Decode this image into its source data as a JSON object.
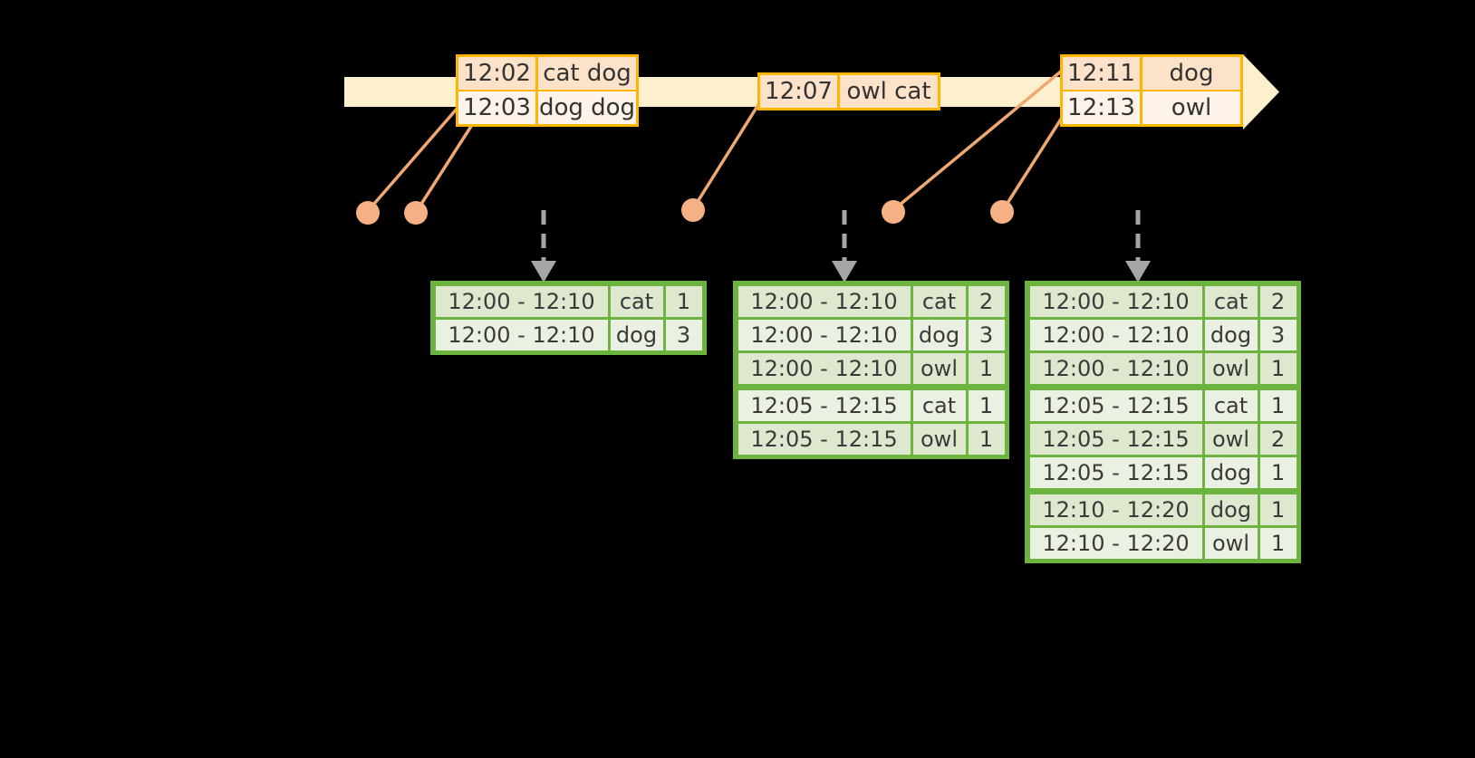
{
  "timeline": {
    "name": "event-stream-timeline",
    "arrow_color": "#fdf0cf",
    "bar_color": "#fdeec4",
    "connector_color": "#f0a873",
    "dot_color": "#f5b183"
  },
  "events": [
    {
      "name": "event-box-1",
      "rows": [
        {
          "time": "12:02",
          "words": "cat dog"
        },
        {
          "time": "12:03",
          "words": "dog dog"
        }
      ]
    },
    {
      "name": "event-box-2",
      "rows": [
        {
          "time": "12:07",
          "words": "owl cat"
        }
      ]
    },
    {
      "name": "event-box-3",
      "rows": [
        {
          "time": "12:11",
          "words": "dog"
        },
        {
          "time": "12:13",
          "words": "owl"
        }
      ]
    }
  ],
  "aggregates": [
    {
      "name": "aggregate-table-1",
      "rows": [
        {
          "window": "12:00 - 12:10",
          "key": "cat",
          "count": "1",
          "group": 0
        },
        {
          "window": "12:00 - 12:10",
          "key": "dog",
          "count": "3",
          "group": 0
        }
      ]
    },
    {
      "name": "aggregate-table-2",
      "rows": [
        {
          "window": "12:00 - 12:10",
          "key": "cat",
          "count": "2",
          "group": 0
        },
        {
          "window": "12:00 - 12:10",
          "key": "dog",
          "count": "3",
          "group": 0
        },
        {
          "window": "12:00 - 12:10",
          "key": "owl",
          "count": "1",
          "group": 0
        },
        {
          "window": "12:05 - 12:15",
          "key": "cat",
          "count": "1",
          "group": 1
        },
        {
          "window": "12:05 - 12:15",
          "key": "owl",
          "count": "1",
          "group": 1
        }
      ]
    },
    {
      "name": "aggregate-table-3",
      "rows": [
        {
          "window": "12:00 - 12:10",
          "key": "cat",
          "count": "2",
          "group": 0
        },
        {
          "window": "12:00 - 12:10",
          "key": "dog",
          "count": "3",
          "group": 0
        },
        {
          "window": "12:00 - 12:10",
          "key": "owl",
          "count": "1",
          "group": 0
        },
        {
          "window": "12:05 - 12:15",
          "key": "cat",
          "count": "1",
          "group": 1
        },
        {
          "window": "12:05 - 12:15",
          "key": "owl",
          "count": "2",
          "group": 1
        },
        {
          "window": "12:05 - 12:15",
          "key": "dog",
          "count": "1",
          "group": 1
        },
        {
          "window": "12:10 - 12:20",
          "key": "dog",
          "count": "1",
          "group": 2
        },
        {
          "window": "12:10 - 12:20",
          "key": "owl",
          "count": "1",
          "group": 2
        }
      ]
    }
  ]
}
